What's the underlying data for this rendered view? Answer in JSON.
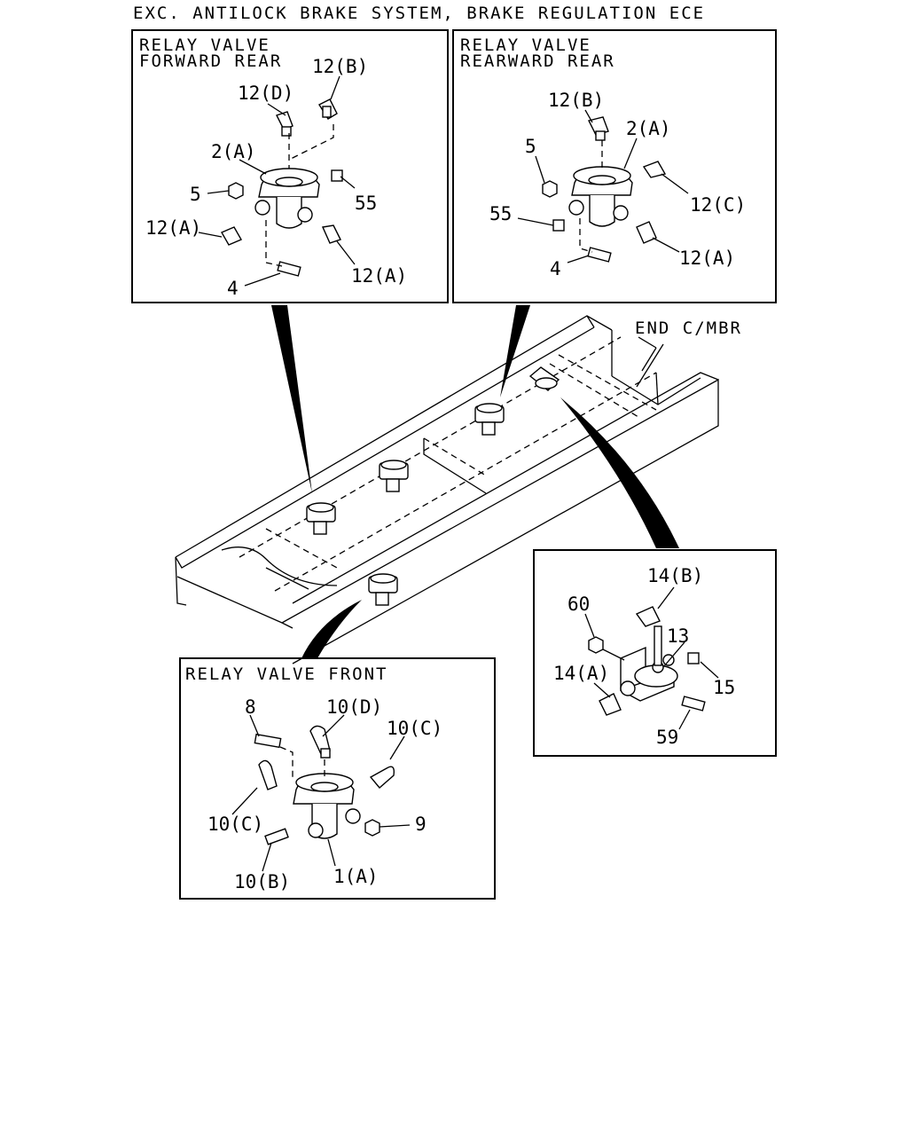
{
  "title": "EXC. ANTILOCK BRAKE SYSTEM, BRAKE REGULATION ECE",
  "frame_label": "END C/MBR",
  "panels": {
    "forward_rear": {
      "title_line1": "RELAY VALVE",
      "title_line2": "FORWARD REAR",
      "callouts": [
        "12(B)",
        "12(D)",
        "2(A)",
        "5",
        "55",
        "12(A)",
        "12(A)",
        "4"
      ]
    },
    "rearward_rear": {
      "title_line1": "RELAY VALVE",
      "title_line2": "REARWARD REAR",
      "callouts": [
        "12(B)",
        "2(A)",
        "5",
        "12(C)",
        "55",
        "12(A)",
        "4"
      ]
    },
    "front": {
      "title_line1": "RELAY VALVE FRONT",
      "callouts": [
        "8",
        "10(D)",
        "10(C)",
        "10(C)",
        "9",
        "10(B)",
        "1(A)"
      ]
    },
    "end_cmbr": {
      "callouts": [
        "14(B)",
        "60",
        "13",
        "14(A)",
        "15",
        "59"
      ]
    }
  }
}
